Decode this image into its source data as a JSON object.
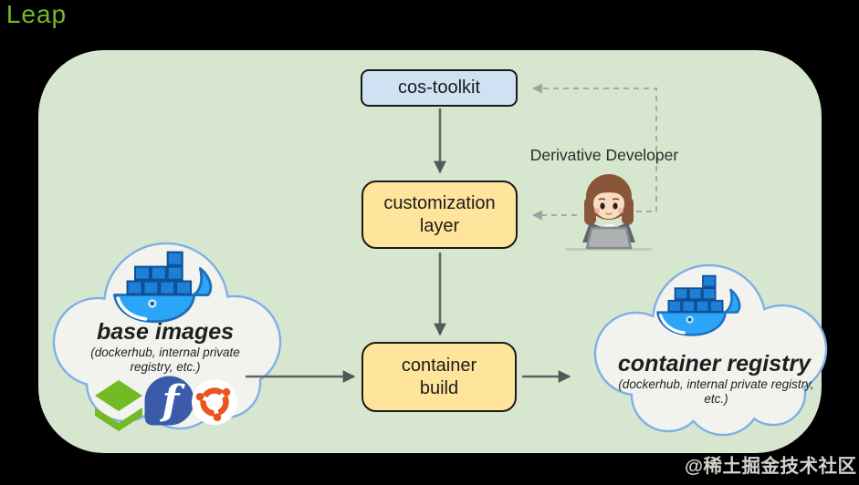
{
  "nodes": {
    "cos_toolkit": "cos-toolkit",
    "customization_layer": "customization layer",
    "container_build": "container build"
  },
  "actor": {
    "label": "Derivative Developer"
  },
  "clouds": {
    "base_images": {
      "title": "base images",
      "subtitle": "(dockerhub, internal private registry, etc.)"
    },
    "container_registry": {
      "title": "container registry",
      "subtitle": "(dockerhub, internal private registry, etc.)"
    }
  },
  "logos": {
    "leap_label": "Leap",
    "fedora_glyph": "f"
  },
  "icons": {
    "docker": "docker-whale-icon",
    "leap": "leap-logo",
    "fedora": "fedora-logo",
    "ubuntu": "ubuntu-logo",
    "developer": "developer-avatar"
  },
  "colors": {
    "panel_bg": "#d7e7cf",
    "box_blue": "#cfe2f3",
    "box_yellow": "#ffe49b",
    "box_border": "#1a1a1a",
    "arrow_solid": "#616161",
    "arrow_dashed": "#a8a8a8",
    "cloud_fill": "#f2f2ef",
    "cloud_stroke": "#7fb0e3",
    "docker_blue": "#2ba5f7",
    "leap_green": "#73ba25",
    "fedora_blue": "#3a5ba9",
    "ubuntu_orange": "#e95420"
  },
  "watermark": "@稀土掘金技术社区"
}
